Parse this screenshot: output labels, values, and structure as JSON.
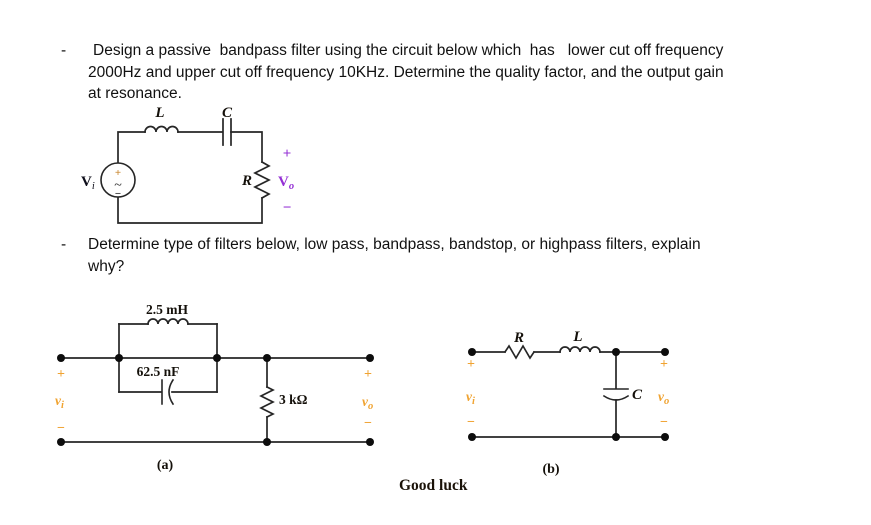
{
  "colors": {
    "ink": "#111111",
    "wire": "#262626",
    "accent_orange": "#F0A331",
    "accent_purple": "#9430D4",
    "source_plus_orange": "#C9872E"
  },
  "signs": {
    "plus": "+",
    "minus": "−",
    "tilde": "~",
    "dash": "-"
  },
  "problem1": {
    "marker": "-",
    "lines": [
      "Design a passive  bandpass filter using the circuit below which  has   lower cut off frequency",
      "2000Hz and upper cut off frequency 10KHz. Determine the quality factor, and the output gain",
      "at resonance."
    ]
  },
  "problem2": {
    "marker": "-",
    "lines": [
      "Determine type of filters below, low pass, bandpass, bandstop, or highpass filters, explain",
      "why?"
    ]
  },
  "circuit_bandpass": {
    "inductor_label": "L",
    "capacitor_label": "C",
    "resistor_label": "R",
    "input_label": "V",
    "input_sub": "i",
    "output_label": "V",
    "output_sub": "o"
  },
  "circuit_a": {
    "inductor_value": "2.5 mH",
    "capacitor_value": "62.5 nF",
    "resistor_value": "3 kΩ",
    "caption": "(a)",
    "input_label": "v",
    "input_sub": "i",
    "output_label": "v",
    "output_sub": "o"
  },
  "circuit_b": {
    "resistor_label": "R",
    "inductor_label": "L",
    "capacitor_label": "C",
    "caption": "(b)",
    "input_label": "v",
    "input_sub": "i",
    "output_label": "v",
    "output_sub": "o"
  },
  "footer": {
    "message": "Good luck"
  }
}
